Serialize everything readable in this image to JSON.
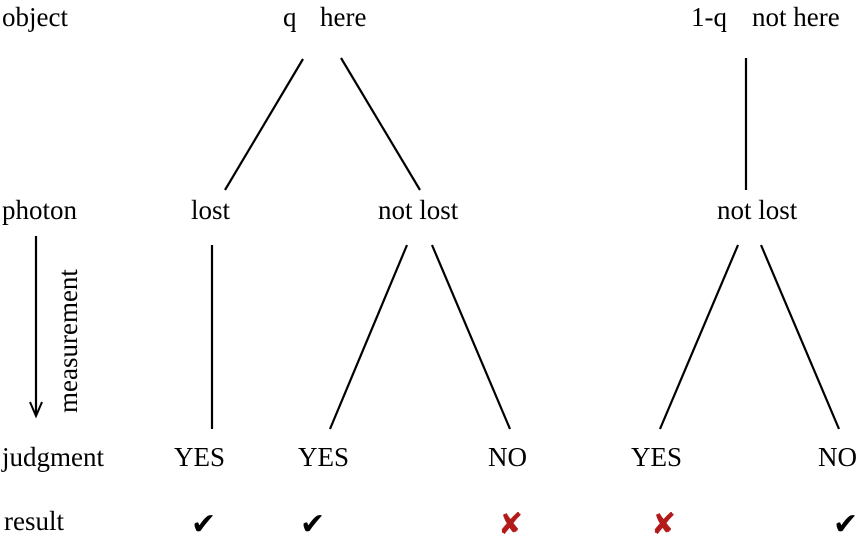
{
  "rows": {
    "object": "object",
    "photon": "photon",
    "judgment": "judgment",
    "result": "result"
  },
  "axis": {
    "label": "measurement"
  },
  "branches": {
    "here": {
      "prob": "q",
      "label": "here"
    },
    "not_here": {
      "prob": "1-q",
      "label": "not here"
    }
  },
  "photon_states": {
    "lost": "lost",
    "not_lost_here": "not lost",
    "not_lost_not_here": "not lost"
  },
  "judgments": {
    "j1": "YES",
    "j2": "YES",
    "j3": "NO",
    "j4": "YES",
    "j5": "NO"
  },
  "results": {
    "r1": "✔",
    "r2": "✔",
    "r3": "✘",
    "r4": "✘",
    "r5": "✔"
  },
  "colors": {
    "correct": "#000000",
    "wrong": "#b31b1b"
  }
}
